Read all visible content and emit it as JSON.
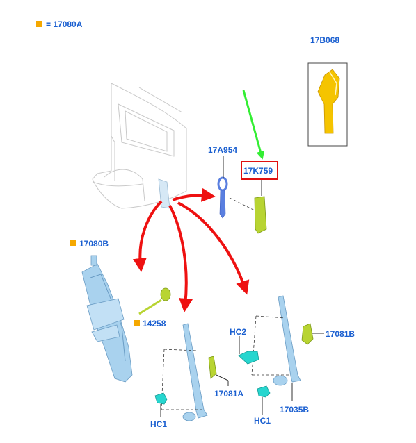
{
  "legend": {
    "marker_color": "#f5a800",
    "text": "= 17080A"
  },
  "parts": {
    "p17B068": "17B068",
    "p17A954": "17A954",
    "p17K759": "17K759",
    "p17080B": "17080B",
    "p14258": "14258",
    "hc2": "HC2",
    "p17081B": "17081B",
    "p17081A": "17081A",
    "hc1_left": "HC1",
    "hc1_right": "HC1",
    "p17035B": "17035B"
  },
  "colors": {
    "label": "#1a5fd0",
    "highlight_box": "#e01010",
    "green_pointer": "#33ee33",
    "red_arrows": "#ee1111",
    "jack_blue": "#a9d2ee",
    "bracket_green": "#b8d432",
    "hook_cyan": "#27d6cf",
    "tow_eye_blue": "#5a7fe0",
    "funnel_yellow": "#f5c400"
  },
  "icons": {
    "legend_marker": "square-orange-marker",
    "pointer": "green-arrow",
    "flow": "red-curved-arrow"
  }
}
